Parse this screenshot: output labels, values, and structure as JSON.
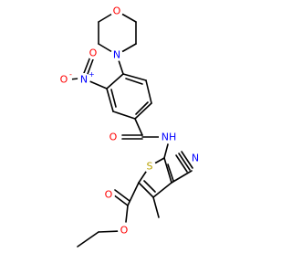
{
  "molecule": {
    "atoms": {
      "o_morph": {
        "text": "O",
        "color": "#ff0000"
      },
      "n_morph": {
        "text": "N",
        "color": "#0000ff"
      },
      "o_nitro": {
        "text": "O",
        "color": "#ff0000"
      },
      "o_nitro_charge": {
        "text": "-",
        "color": "#ff0000"
      },
      "n_nitro": {
        "text": "N",
        "color": "#0000ff"
      },
      "n_nitro_charge": {
        "text": "+",
        "color": "#0000ff"
      },
      "o_nitro2": {
        "text": "O",
        "color": "#ff0000"
      },
      "o_amide": {
        "text": "O",
        "color": "#ff0000"
      },
      "nh_amide": {
        "text": "NH",
        "color": "#0000ff"
      },
      "s_thio": {
        "text": "S",
        "color": "#b8a000"
      },
      "n_cyano": {
        "text": "N",
        "color": "#0000ff"
      },
      "o_ester_carbonyl": {
        "text": "O",
        "color": "#ff0000"
      },
      "o_ester": {
        "text": "O",
        "color": "#ff0000"
      }
    }
  }
}
